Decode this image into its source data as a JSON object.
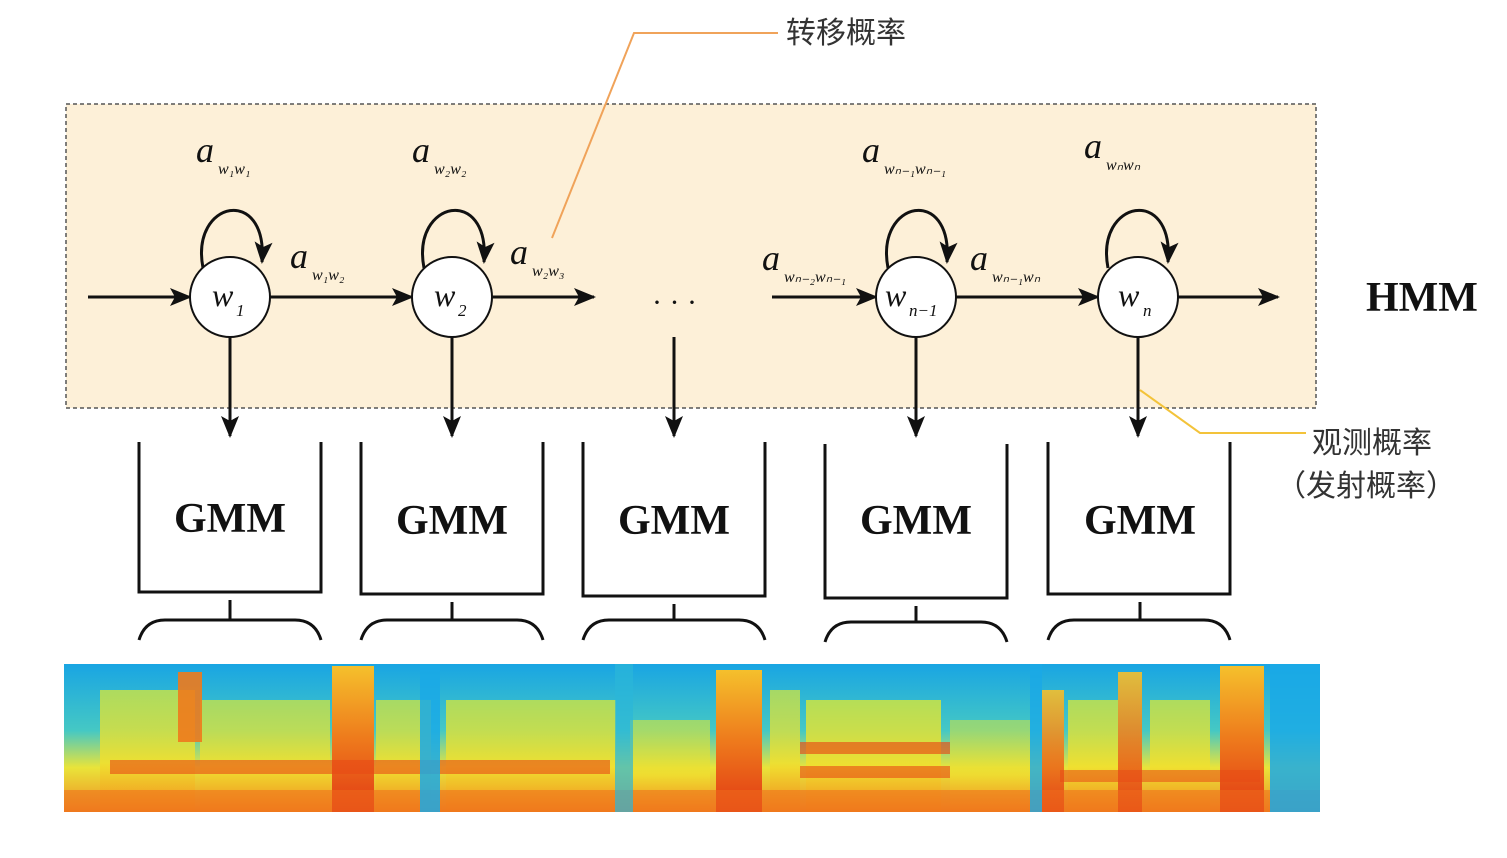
{
  "labels": {
    "transition_prob": "转移概率",
    "observation_prob": "观测概率",
    "emission_prob": "（发射概率）",
    "hmm": "HMM",
    "ellipsis": "· · ·"
  },
  "states": [
    {
      "base": "w",
      "sub": "1"
    },
    {
      "base": "w",
      "sub": "2"
    },
    {
      "base": "w",
      "sub": "n−1"
    },
    {
      "base": "w",
      "sub": "n"
    }
  ],
  "self_transitions": [
    {
      "base": "a",
      "sub": "w₁w₁"
    },
    {
      "base": "a",
      "sub": "w₂w₂"
    },
    {
      "base": "a",
      "sub": "wₙ₋₁wₙ₋₁"
    },
    {
      "base": "a",
      "sub": "wₙwₙ"
    }
  ],
  "transitions": [
    {
      "base": "a",
      "sub": "w₁w₂"
    },
    {
      "base": "a",
      "sub": "w₂w₃"
    },
    {
      "base": "a",
      "sub": "wₙ₋₂wₙ₋₁"
    },
    {
      "base": "a",
      "sub": "wₙ₋₁wₙ"
    }
  ],
  "gmm_boxes": [
    "GMM",
    "GMM",
    "GMM",
    "GMM",
    "GMM"
  ],
  "colors": {
    "hmm_panel": "#fdf0d8",
    "transition_leader": "#f0a35a",
    "observation_leader": "#f3c33a",
    "spectrogram_low": "#1aa9e6",
    "spectrogram_mid": "#f2e32a",
    "spectrogram_high": "#e8361a"
  }
}
